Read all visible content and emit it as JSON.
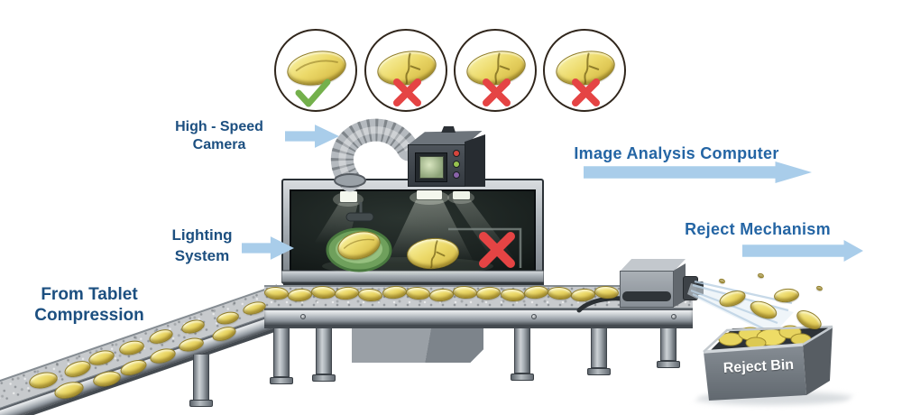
{
  "labels": {
    "high_speed_camera": {
      "line1": "High - Speed",
      "line2": "Camera"
    },
    "lighting_system": {
      "line1": "Lighting",
      "line2": "System"
    },
    "image_analysis_computer": "Image Analysis Computer",
    "reject_mechanism": "Reject Mechanism",
    "from_tablet_compression": {
      "line1": "From Tablet",
      "line2": "Compression"
    },
    "reject_bin": "Reject Bin"
  },
  "qc_results": [
    {
      "name": "tablet-accepted",
      "defect": "none",
      "mark": "check"
    },
    {
      "name": "tablet-rejected-1",
      "defect": "crack",
      "mark": "cross"
    },
    {
      "name": "tablet-rejected-2",
      "defect": "crack",
      "mark": "cross"
    },
    {
      "name": "tablet-rejected-3",
      "defect": "crack",
      "mark": "cross"
    }
  ],
  "colors": {
    "label_blue": "#1c4f80",
    "label_blue_bright": "#2465a4",
    "arrow_blue": "#a9cdea",
    "pass_green": "#74b04c",
    "fail_red": "#e54444",
    "tablet_yellow": "#ecd969"
  }
}
